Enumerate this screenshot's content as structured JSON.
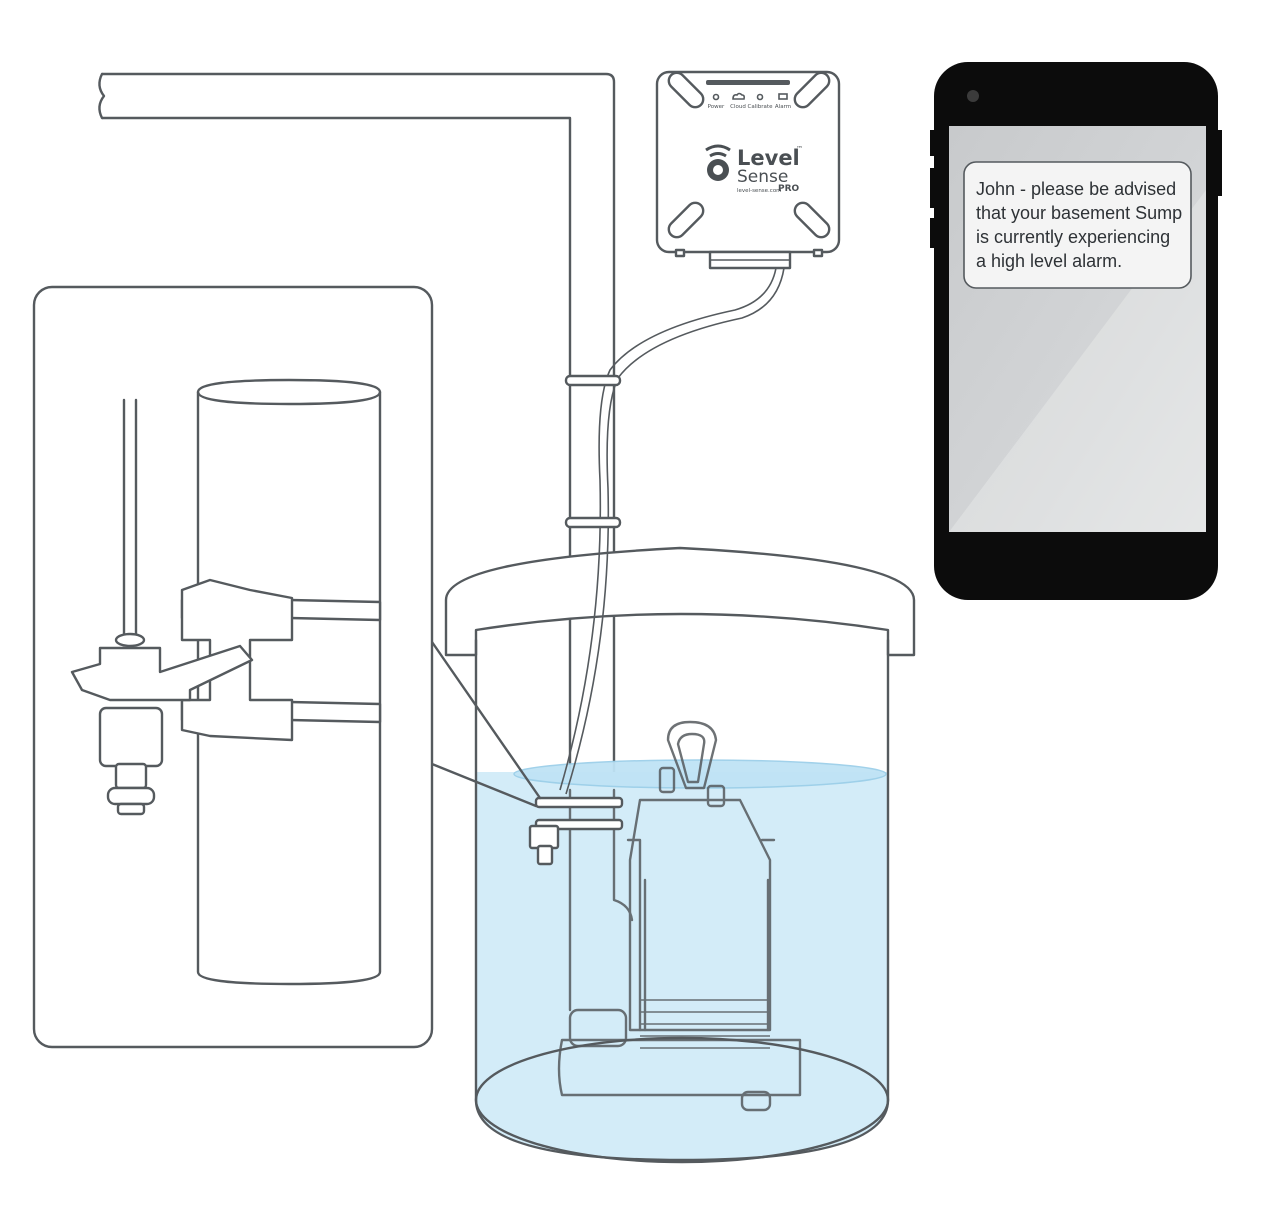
{
  "controller": {
    "led_labels": [
      "Power",
      "Cloud",
      "Calibrate",
      "Alarm"
    ],
    "brand_line1": "Level",
    "brand_line2": "Sense",
    "brand_url": "level-sense.com",
    "brand_tier": "PRO",
    "trademark": "™"
  },
  "phone": {
    "message_lines": [
      "John - please be advised",
      "that your basement Sump",
      "is currently experiencing",
      "a high level alarm."
    ]
  },
  "colors": {
    "line": "#555a5e",
    "water": "#d3ecf8",
    "water_surface": "#bfe3f5",
    "phone_body": "#0c0c0c",
    "phone_screen": "#cfd1d3"
  }
}
